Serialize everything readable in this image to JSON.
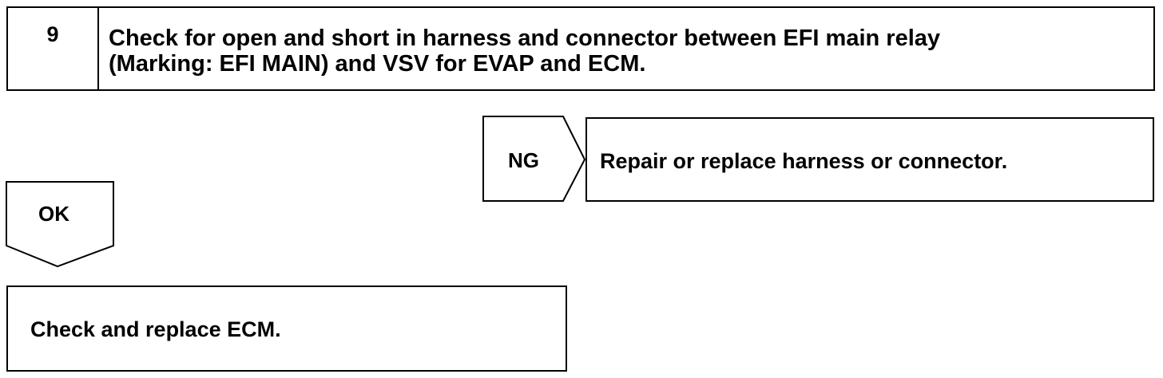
{
  "step": {
    "number": "9",
    "text_line1": "Check for open and short in harness and connector between EFI main relay",
    "text_line2": "(Marking: EFI MAIN) and VSV for EVAP and ECM."
  },
  "ng_branch": {
    "label": "NG",
    "action": "Repair or replace harness or connector."
  },
  "ok_branch": {
    "label": "OK",
    "action": "Check and replace ECM."
  }
}
